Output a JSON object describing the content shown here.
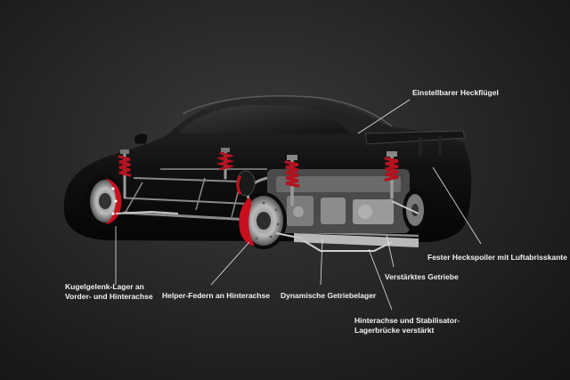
{
  "labels": {
    "heckfluegel": "Einstellbarer Heckflügel",
    "heckspoiler": "Fester Heckspoiler mit Luftabrisskante",
    "getriebe": "Verstärktes Getriebe",
    "kugelgelenk_line1": "Kugelgelenk-Lager an",
    "kugelgelenk_line2": "Vorder- und Hinterachse",
    "helper_federn": "Helper-Federn an Hinterachse",
    "getriebelager": "Dynamische Getriebelager",
    "hinterachse_line1": "Hinterachse und Stabilisator-",
    "hinterachse_line2": "Lagerbrücke verstärkt"
  },
  "colors": {
    "background": "#1e1e1e",
    "label_text": "#f2f2f2",
    "brake_caliper": "#c8101e",
    "spring": "#b3121f"
  }
}
